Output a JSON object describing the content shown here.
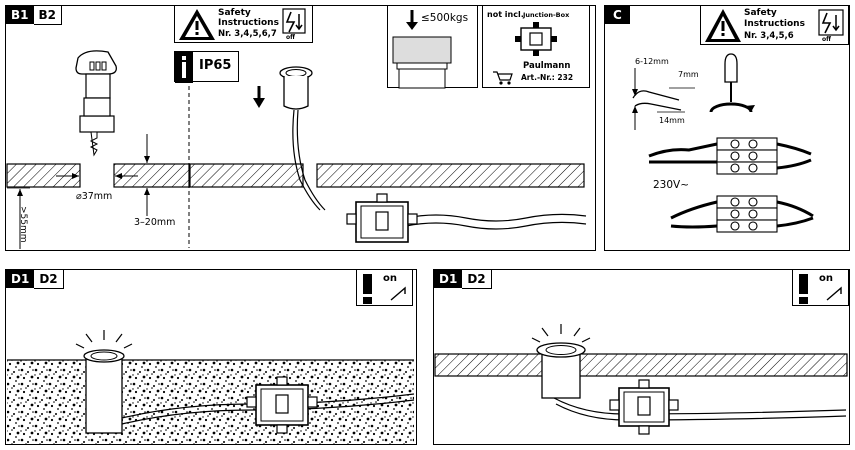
{
  "panel_b": {
    "tag_1": "B1",
    "tag_2": "B2",
    "safety": {
      "line1": "Safety",
      "line2": "Instructions",
      "line3": "Nr. 3,4,5,6,7",
      "off": "off"
    },
    "ip_label": "IP65",
    "load_label": "≤500kgs",
    "not_incl": "not incl.",
    "junction_box": "Junction-Box",
    "brand": "Paulmann",
    "art_nr": "Art.-Nr.: 232",
    "diameter": "⌀37mm",
    "depth": ">55mm",
    "thickness": "3–20mm"
  },
  "panel_c": {
    "tag": "C",
    "safety": {
      "line1": "Safety",
      "line2": "Instructions",
      "line3": "Nr. 3,4,5,6",
      "off": "off"
    },
    "strip_range": "6-12mm",
    "strip_inner": "7mm",
    "strip_len": "14mm",
    "voltage": "230V~"
  },
  "panel_d_left": {
    "tag_1": "D1",
    "tag_2": "D2",
    "on": "on"
  },
  "panel_d_right": {
    "tag_1": "D1",
    "tag_2": "D2",
    "on": "on"
  },
  "colors": {
    "ink": "#000000",
    "paper": "#ffffff"
  }
}
